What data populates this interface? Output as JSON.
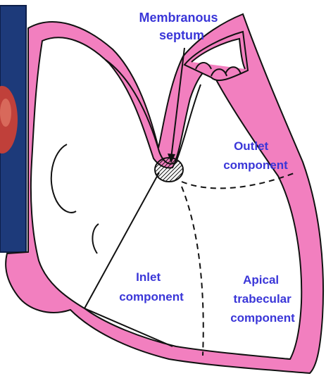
{
  "labels": {
    "membranous_line1": "Membranous",
    "membranous_line2": "septum",
    "outlet_line1": "Outlet",
    "outlet_line2": "component",
    "inlet_line1": "Inlet",
    "inlet_line2": "component",
    "apical_line1": "Apical",
    "apical_line2": "trabecular",
    "apical_line3": "component"
  },
  "colors": {
    "label": "#3a36d8",
    "wall_fill": "#f27fbf",
    "outline": "#111111",
    "photo_bg": "#1d3a7a",
    "photo_organ": "#c0403a"
  }
}
